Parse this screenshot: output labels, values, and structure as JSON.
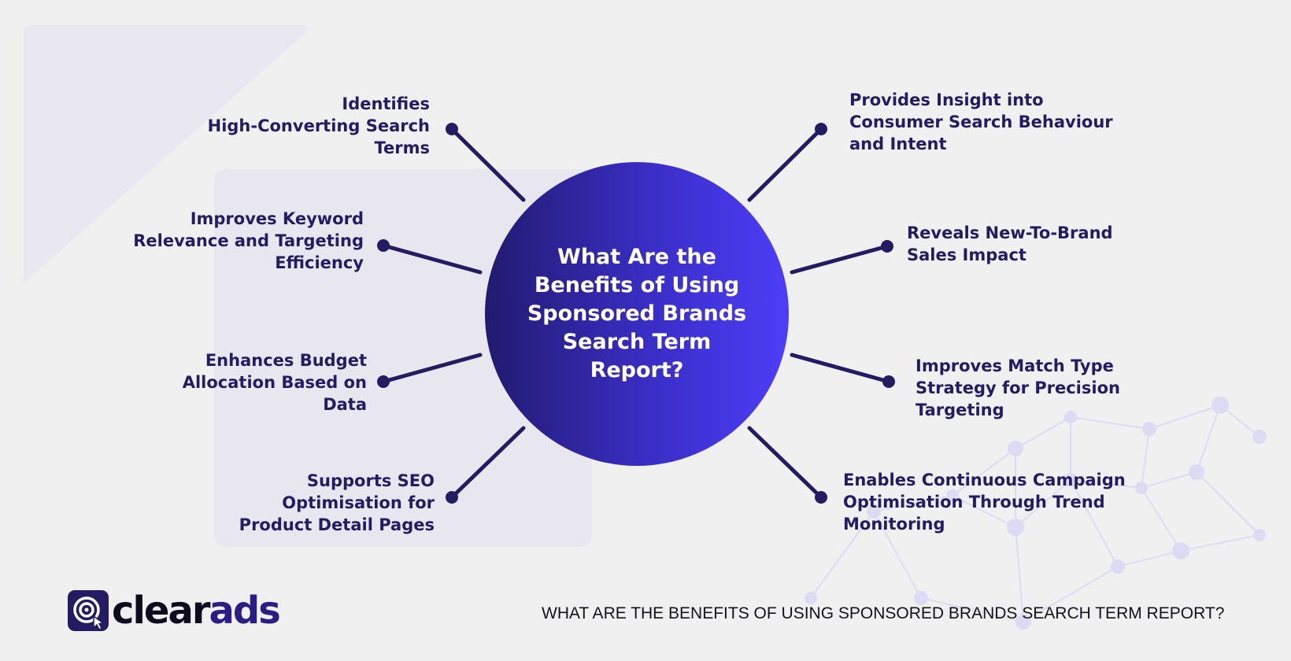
{
  "center": {
    "title": "What Are the\nBenefits of Using\nSponsored Brands\nSearch Term\nReport?"
  },
  "benefits": {
    "left": [
      "Identifies\nHigh-Converting Search\nTerms",
      "Improves Keyword\nRelevance and Targeting\nEfficiency",
      "Enhances Budget\nAllocation Based on\nData",
      "Supports SEO\nOptimisation for\nProduct Detail Pages"
    ],
    "right": [
      "Provides Insight into\nConsumer Search Behaviour\nand Intent",
      "Reveals New-To-Brand\nSales Impact",
      "Improves Match Type\nStrategy for Precision\nTargeting",
      "Enables Continuous Campaign\nOptimisation Through Trend\nMonitoring"
    ]
  },
  "logo": {
    "part1": "clear",
    "part2": "ads"
  },
  "footer": {
    "title": "WHAT ARE THE BENEFITS OF USING SPONSORED BRANDS SEARCH TERM REPORT?"
  },
  "colors": {
    "background": "#f0f0f0",
    "text": "#241c63",
    "line": "#231c63",
    "circle_start": "#221a6f",
    "circle_end": "#4d3df7"
  }
}
